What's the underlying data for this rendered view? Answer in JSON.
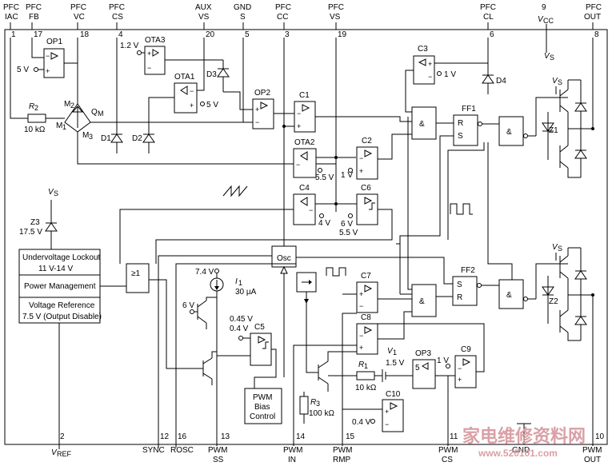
{
  "pins_top": [
    {
      "num": "1",
      "name": "PFC\nIAC"
    },
    {
      "num": "17",
      "name": "PFC\nFB"
    },
    {
      "num": "18",
      "name": "PFC\nVC"
    },
    {
      "num": "4",
      "name": "PFC\nCS"
    },
    {
      "num": "20",
      "name": "AUX\nVS"
    },
    {
      "num": "5",
      "name": "GND\nS"
    },
    {
      "num": "3",
      "name": "PFC\nCC"
    },
    {
      "num": "19",
      "name": "PFC\nVS"
    },
    {
      "num": "6",
      "name": "PFC\nCL"
    },
    {
      "num": "9",
      "name": "VCC"
    },
    {
      "num": "8",
      "name": "PFC\nOUT"
    }
  ],
  "pins_bottom": [
    {
      "num": "2",
      "name": "VREF"
    },
    {
      "num": "12",
      "name": "SYNC"
    },
    {
      "num": "16",
      "name": "ROSC"
    },
    {
      "num": "13",
      "name": "PWM\nSS"
    },
    {
      "num": "14",
      "name": "PWM\nIN"
    },
    {
      "num": "15",
      "name": "PWM\nRMP"
    },
    {
      "num": "11",
      "name": "PWM\nCS"
    },
    {
      "num": "",
      "name": "GND"
    },
    {
      "num": "10",
      "name": "PWM\nOUT"
    }
  ],
  "blocks": {
    "uvlo": [
      "Undervoltage Lockout",
      "11 V-14 V"
    ],
    "power_mgmt": "Power Management",
    "vref": [
      "Voltage Reference",
      "7.5 V (Output Disable)"
    ],
    "or_gate": "≥1",
    "osc": "Osc",
    "pwm_bias": [
      "PWM",
      "Bias",
      "Control"
    ],
    "ff1": "FF1",
    "ff2": "FF2"
  },
  "component_labels": {
    "op1": "OP1",
    "ota3": "OTA3",
    "ota1": "OTA1",
    "op2": "OP2",
    "c1": "C1",
    "c2": "C2",
    "ota2": "OTA2",
    "c3": "C3",
    "c4": "C4",
    "c6": "C6",
    "c7": "C7",
    "c8": "C8",
    "c5": "C5",
    "op3": "OP3",
    "c9": "C9",
    "c10": "C10",
    "d1": "D1",
    "d2": "D2",
    "d3": "D3",
    "d4": "D4",
    "z1": "Z1",
    "z2": "Z2",
    "z3": "Z3",
    "r2": "R2",
    "r1": "R1",
    "r3": "R3",
    "v1": "V1",
    "i1": "I1",
    "m1": "M1",
    "m2": "M2",
    "m3": "M3",
    "qm": "QM",
    "vs": "VS"
  },
  "values": {
    "v5_op1": "5 V",
    "v12_ota3": "1.2 V",
    "v5_ota1": "5 V",
    "v1_c3": "1 V",
    "v55_ota2": "5.5 V",
    "v1_c2": "1 V",
    "v4_c4": "4 V",
    "v6_c6": "6 V",
    "v55_c6": "5.5 V",
    "r2": "10 kΩ",
    "z3": "17.5 V",
    "v74": "7.4 V",
    "i30": "30 µA",
    "v6_q": "6 V",
    "v045": "0.45 V",
    "v04": "0.4 V",
    "v15": "1.5 V",
    "r1": "10 kΩ",
    "v1_c9": "1 V",
    "r3": "100 kΩ",
    "v04_c10": "0.4 V"
  },
  "watermark": {
    "main": "家电维修资料网",
    "url": "www.520101.com"
  }
}
